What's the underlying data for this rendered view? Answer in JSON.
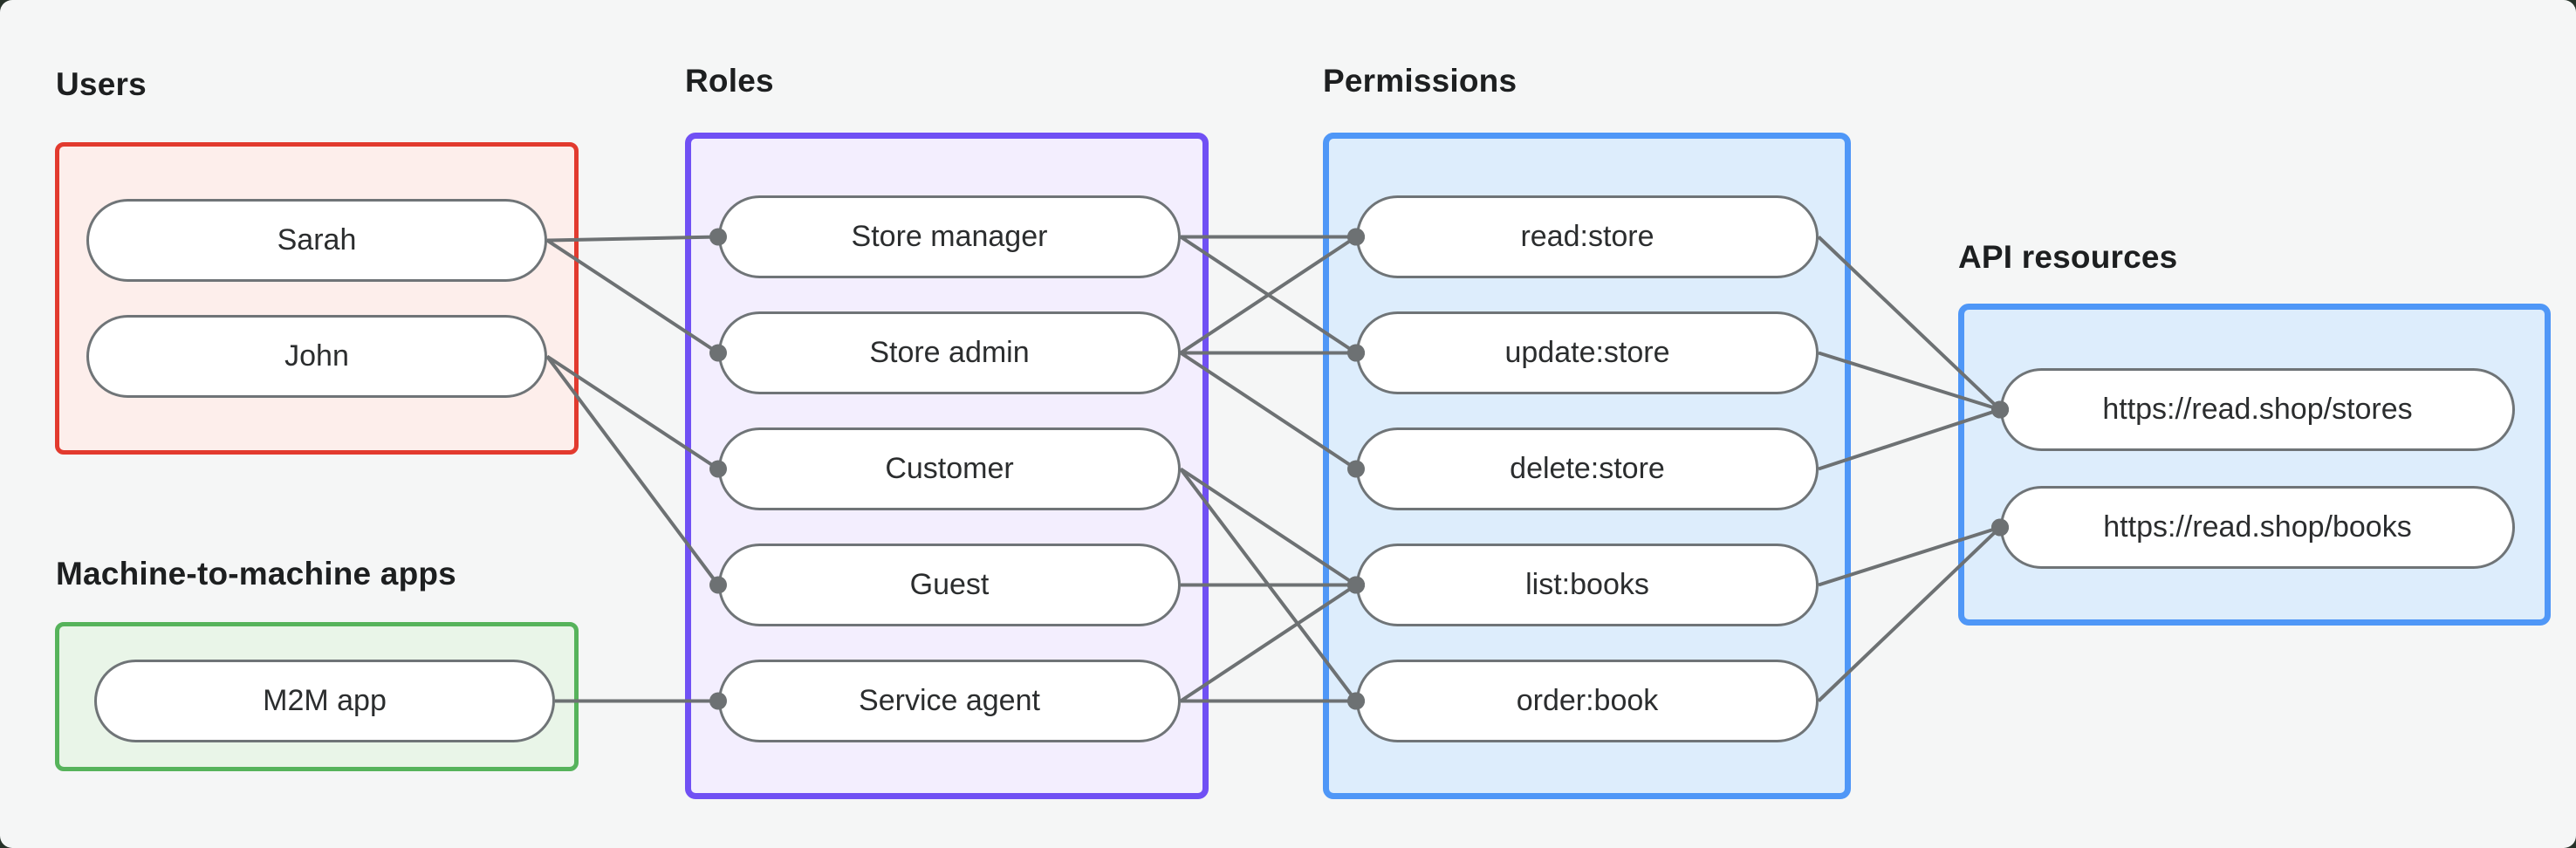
{
  "colors": {
    "page_bg": "#f5f6f6",
    "outside_bg": "#273229",
    "users_border": "#e23a2e",
    "users_fill": "#fdeeeb",
    "m2m_border": "#56b35b",
    "m2m_fill": "#e9f5e8",
    "roles_border": "#7050f4",
    "roles_fill": "#f3eefe",
    "permissions_border": "#4f97f7",
    "permissions_fill": "#ddedfc",
    "resources_border": "#4f97f7",
    "resources_fill": "#ddedfc",
    "node_border": "#6f7477",
    "node_fill": "#ffffff",
    "edge": "#6d7173",
    "text": "#1d1f20"
  },
  "diagram": {
    "groups": [
      {
        "id": "users",
        "label": "Users",
        "nodes": [
          {
            "id": "sarah",
            "label": "Sarah"
          },
          {
            "id": "john",
            "label": "John"
          }
        ]
      },
      {
        "id": "m2m",
        "label": "Machine-to-machine apps",
        "nodes": [
          {
            "id": "m2m-app",
            "label": "M2M app"
          }
        ]
      },
      {
        "id": "roles",
        "label": "Roles",
        "nodes": [
          {
            "id": "store-manager",
            "label": "Store manager"
          },
          {
            "id": "store-admin",
            "label": "Store admin"
          },
          {
            "id": "customer",
            "label": "Customer"
          },
          {
            "id": "guest",
            "label": "Guest"
          },
          {
            "id": "service-agent",
            "label": "Service agent"
          }
        ]
      },
      {
        "id": "permissions",
        "label": "Permissions",
        "nodes": [
          {
            "id": "read-store",
            "label": "read:store"
          },
          {
            "id": "update-store",
            "label": "update:store"
          },
          {
            "id": "delete-store",
            "label": "delete:store"
          },
          {
            "id": "list-books",
            "label": "list:books"
          },
          {
            "id": "order-book",
            "label": "order:book"
          }
        ]
      },
      {
        "id": "resources",
        "label": "API resources",
        "nodes": [
          {
            "id": "stores-api",
            "label": "https://read.shop/stores"
          },
          {
            "id": "books-api",
            "label": "https://read.shop/books"
          }
        ]
      }
    ],
    "edges": [
      {
        "from": "sarah",
        "to": "store-manager"
      },
      {
        "from": "sarah",
        "to": "store-admin"
      },
      {
        "from": "john",
        "to": "customer"
      },
      {
        "from": "john",
        "to": "guest"
      },
      {
        "from": "m2m-app",
        "to": "service-agent"
      },
      {
        "from": "store-manager",
        "to": "read-store"
      },
      {
        "from": "store-manager",
        "to": "update-store"
      },
      {
        "from": "store-admin",
        "to": "read-store"
      },
      {
        "from": "store-admin",
        "to": "update-store"
      },
      {
        "from": "store-admin",
        "to": "delete-store"
      },
      {
        "from": "customer",
        "to": "list-books"
      },
      {
        "from": "customer",
        "to": "order-book"
      },
      {
        "from": "guest",
        "to": "list-books"
      },
      {
        "from": "service-agent",
        "to": "list-books"
      },
      {
        "from": "service-agent",
        "to": "order-book"
      },
      {
        "from": "read-store",
        "to": "stores-api"
      },
      {
        "from": "update-store",
        "to": "stores-api"
      },
      {
        "from": "delete-store",
        "to": "stores-api"
      },
      {
        "from": "list-books",
        "to": "books-api"
      },
      {
        "from": "order-book",
        "to": "books-api"
      }
    ],
    "edge_style": {
      "stroke_width": 4,
      "dot_radius": 10
    }
  }
}
